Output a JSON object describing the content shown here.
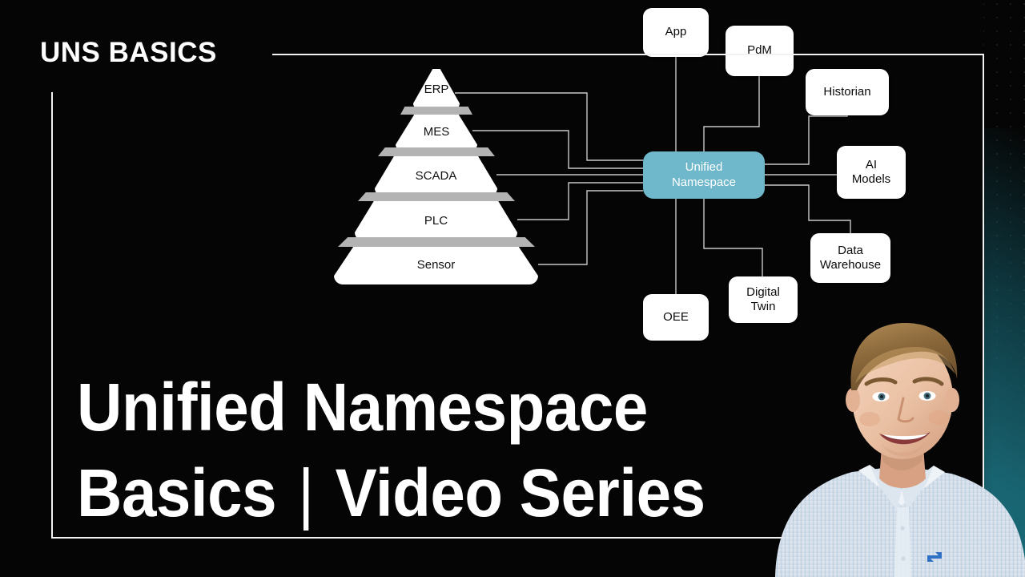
{
  "theme": {
    "background": "#050505",
    "frame_color": "#f2f2f2",
    "accent_teal": "#6fb8cc",
    "glow_teal": "#1a6a78",
    "node_fill": "#ffffff",
    "node_text": "#0b0b0b",
    "wire_color": "#c8c8c8",
    "pyramid_shadow": "#b3b3b3"
  },
  "kicker": {
    "text": "UNS BASICS"
  },
  "title": {
    "line1": "Unified Namespace",
    "line2_a": "Basics",
    "separator": "|",
    "line2_b": "Video Series"
  },
  "diagram": {
    "pyramid": {
      "tiers": [
        {
          "label": "ERP"
        },
        {
          "label": "MES"
        },
        {
          "label": "SCADA"
        },
        {
          "label": "PLC"
        },
        {
          "label": "Sensor"
        }
      ]
    },
    "hub": {
      "label_line1": "Unified",
      "label_line2": "Namespace"
    },
    "consumers": [
      {
        "label": "App"
      },
      {
        "label": "PdM"
      },
      {
        "label": "Historian"
      },
      {
        "label_line1": "AI",
        "label_line2": "Models"
      },
      {
        "label_line1": "Data",
        "label_line2": "Warehouse"
      },
      {
        "label_line1": "Digital",
        "label_line2": "Twin"
      },
      {
        "label": "OEE"
      }
    ]
  },
  "portrait": {
    "alt": "presenter-headshot",
    "shirt_logo": "blue-logo-mark"
  }
}
